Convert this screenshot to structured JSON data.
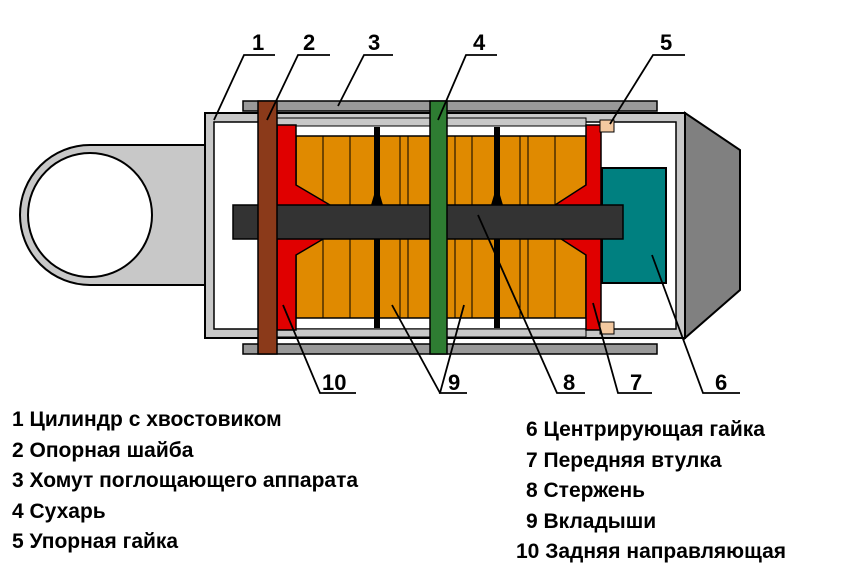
{
  "callouts": {
    "c1": "1",
    "c2": "2",
    "c3": "3",
    "c4": "4",
    "c5": "5",
    "c6": "6",
    "c7": "7",
    "c8": "8",
    "c9": "9",
    "c10": "10"
  },
  "legend": {
    "left": [
      "1 Цилиндр с хвостовиком",
      "2 Опорная шайба",
      "3 Хомут поглощающего аппарата",
      "4 Сухарь",
      "5 Упорная гайка"
    ],
    "right": [
      "6 Центрирующая гайка",
      "7 Передняя втулка",
      "8 Стержень",
      "9 Вкладыши",
      "10 Задняя направляющая"
    ]
  },
  "colors": {
    "cylinder": "#c8c8c8",
    "washer": "#8b3a1a",
    "pad": "#2e7d32",
    "stop_nut": "#f4c9a0",
    "centering_nut": "#008080",
    "front_sleeve": "#e00000",
    "inserts": "#e08a00",
    "rod": "#333333",
    "clamp": "#999999"
  }
}
